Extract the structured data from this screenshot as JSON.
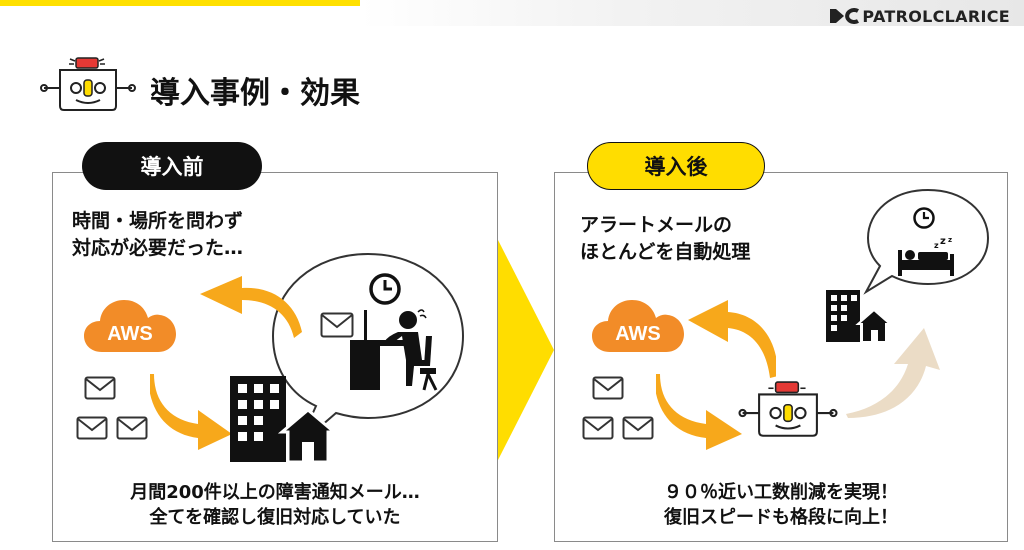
{
  "header": {
    "brand": "PATROLCLARICE"
  },
  "title": "導入事例・効果",
  "before": {
    "pill": "導入前",
    "lines": [
      "時間・場所を問わず",
      "対応が必要だった…"
    ],
    "bottom": [
      "月間200件以上の障害通知メール…",
      "全てを確認し復旧対応していた"
    ],
    "cloud_label": "AWS"
  },
  "after": {
    "pill": "導入後",
    "lines": [
      "アラートメールの",
      "ほとんどを自動処理"
    ],
    "bottom": [
      "９０％近い工数削減を実現！",
      "復旧スピードも格段に向上！"
    ],
    "cloud_label": "AWS"
  },
  "colors": {
    "accent_yellow": "#FFDD00",
    "arrow_orange": "#F7A81B",
    "aws_orange": "#F28C28",
    "beige_arrow": "#EBDCC6"
  },
  "icons": [
    "robot-icon",
    "aws-cloud-icon",
    "mail-icon",
    "building-icon",
    "clock-icon",
    "worker-at-desk-icon",
    "sleeping-bed-icon"
  ]
}
